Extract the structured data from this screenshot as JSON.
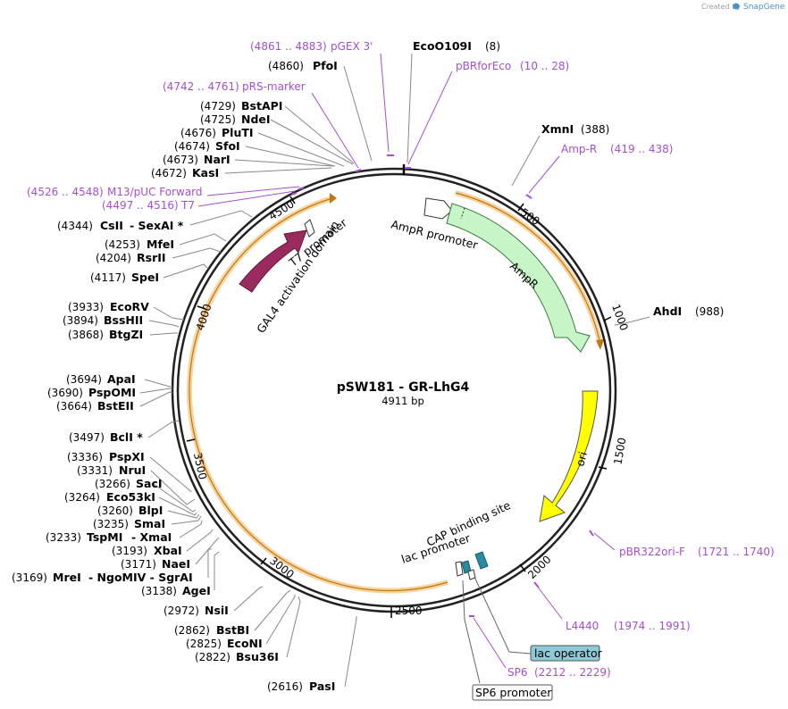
{
  "credit": {
    "created_by": "Created by",
    "brand": "SnapGene"
  },
  "plasmid": {
    "name": "pSW181 - GR-LhG4",
    "size_label": "4911 bp",
    "length_bp": 4911
  },
  "ticks": [
    "500",
    "1000",
    "1500",
    "2000",
    "2500",
    "3000",
    "3500",
    "4000",
    "4500"
  ],
  "sites_left": [
    {
      "num": "(4860)",
      "name": "PfoI"
    },
    {
      "num": "(4729)",
      "name": "BstAPI"
    },
    {
      "num": "(4725)",
      "name": "NdeI"
    },
    {
      "num": "(4676)",
      "name": "PluTI"
    },
    {
      "num": "(4674)",
      "name": "SfoI"
    },
    {
      "num": "(4673)",
      "name": "NarI"
    },
    {
      "num": "(4672)",
      "name": "KasI"
    },
    {
      "num": "(4344)",
      "name": "CsII",
      "extra": "-  SexAI *"
    },
    {
      "num": "(4253)",
      "name": "MfeI"
    },
    {
      "num": "(4204)",
      "name": "RsrII"
    },
    {
      "num": "(4117)",
      "name": "SpeI"
    },
    {
      "num": "(3933)",
      "name": "EcoRV"
    },
    {
      "num": "(3894)",
      "name": "BssHII"
    },
    {
      "num": "(3868)",
      "name": "BtgZI"
    },
    {
      "num": "(3694)",
      "name": "ApaI"
    },
    {
      "num": "(3690)",
      "name": "PspOMI"
    },
    {
      "num": "(3664)",
      "name": "BstEII"
    },
    {
      "num": "(3497)",
      "name": "BclI *"
    },
    {
      "num": "(3336)",
      "name": "PspXI"
    },
    {
      "num": "(3331)",
      "name": "NruI"
    },
    {
      "num": "(3266)",
      "name": "SacI"
    },
    {
      "num": "(3264)",
      "name": "Eco53kI"
    },
    {
      "num": "(3260)",
      "name": "BlpI"
    },
    {
      "num": "(3235)",
      "name": "SmaI"
    },
    {
      "num": "(3233)",
      "name": "TspMI",
      "extra": "-  XmaI"
    },
    {
      "num": "(3193)",
      "name": "XbaI"
    },
    {
      "num": "(3171)",
      "name": "NaeI"
    },
    {
      "num": "(3169)",
      "name": "MreI",
      "extra": "-  NgoMIV  -  SgrAI"
    },
    {
      "num": "(3138)",
      "name": "AgeI"
    },
    {
      "num": "(2972)",
      "name": "NsiI"
    },
    {
      "num": "(2862)",
      "name": "BstBI"
    },
    {
      "num": "(2825)",
      "name": "EcoNI"
    },
    {
      "num": "(2822)",
      "name": "Bsu36I"
    },
    {
      "num": "(2616)",
      "name": "PasI"
    }
  ],
  "sites_right": [
    {
      "name": "EcoO109I",
      "num": "(8)"
    },
    {
      "name": "XmnI",
      "num": "(388)"
    },
    {
      "name": "AhdI",
      "num": "(988)"
    }
  ],
  "primers": [
    {
      "range": "(4861 .. 4883)",
      "name": "pGEX 3'"
    },
    {
      "name": "pBRforEco",
      "range": "(10 .. 28)"
    },
    {
      "range": "(4742 .. 4761)",
      "name": "pRS-marker"
    },
    {
      "name": "Amp-R",
      "range": "(419 .. 438)"
    },
    {
      "range": "(4526 .. 4548)",
      "name": "M13/pUC Forward"
    },
    {
      "range": "(4497 .. 4516)",
      "name": "T7"
    },
    {
      "name": "pBR322ori-F",
      "range": "(1721 .. 1740)"
    },
    {
      "name": "L4440",
      "range": "(1974 .. 1991)"
    },
    {
      "name": "SP6",
      "range": "(2212 .. 2229)"
    }
  ],
  "features": {
    "ampr_promoter": "AmpR promoter",
    "ampr": "AmpR",
    "ori": "ori",
    "cap_site": "CAP binding site",
    "lac_promoter": "lac promoter",
    "t7_promoter": "T7 promoter",
    "gal4": "GAL4 activation domain",
    "lac_operator": "lac operator",
    "sp6_promoter": "SP6 promoter"
  },
  "colors": {
    "ampr": "#c8f5c8",
    "ori": "#ffff00",
    "gal4": "#9b2a5e",
    "primer": "#a64ed1",
    "orange_band": "#f0b050",
    "lac_operator": "#8ec9d8",
    "lac_promoter": "#2a8aa0"
  }
}
